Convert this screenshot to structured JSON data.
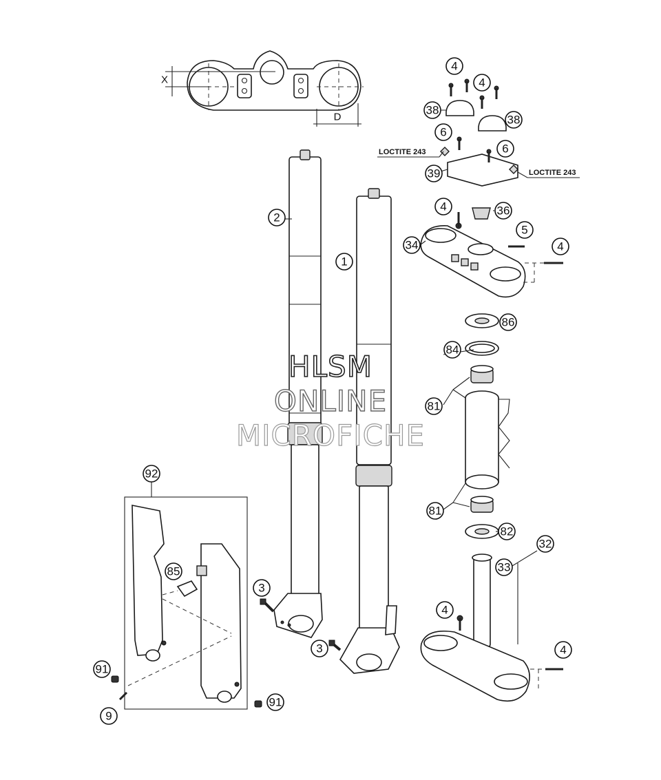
{
  "callouts": {
    "c1": "1",
    "c2": "2",
    "c3a": "3",
    "c3b": "3",
    "c4a": "4",
    "c4b": "4",
    "c4c": "4",
    "c4d": "4",
    "c4e": "4",
    "c4f": "4",
    "c5": "5",
    "c6a": "6",
    "c6b": "6",
    "c9": "9",
    "c32": "32",
    "c33": "33",
    "c34": "34",
    "c36": "36",
    "c38a": "38",
    "c38b": "38",
    "c39": "39",
    "c81a": "81",
    "c81b": "81",
    "c82": "82",
    "c84": "84",
    "c85": "85",
    "c86": "86",
    "c91a": "91",
    "c91b": "91",
    "c92": "92"
  },
  "notes": {
    "loctite_left": "LOCTITE 243",
    "loctite_right": "LOCTITE 243"
  },
  "dimensions": {
    "x_label": "X",
    "d_label": "D"
  },
  "watermark": {
    "line1": "HLSM",
    "line2": "ONLINE",
    "line3": "MICROFICHE"
  }
}
